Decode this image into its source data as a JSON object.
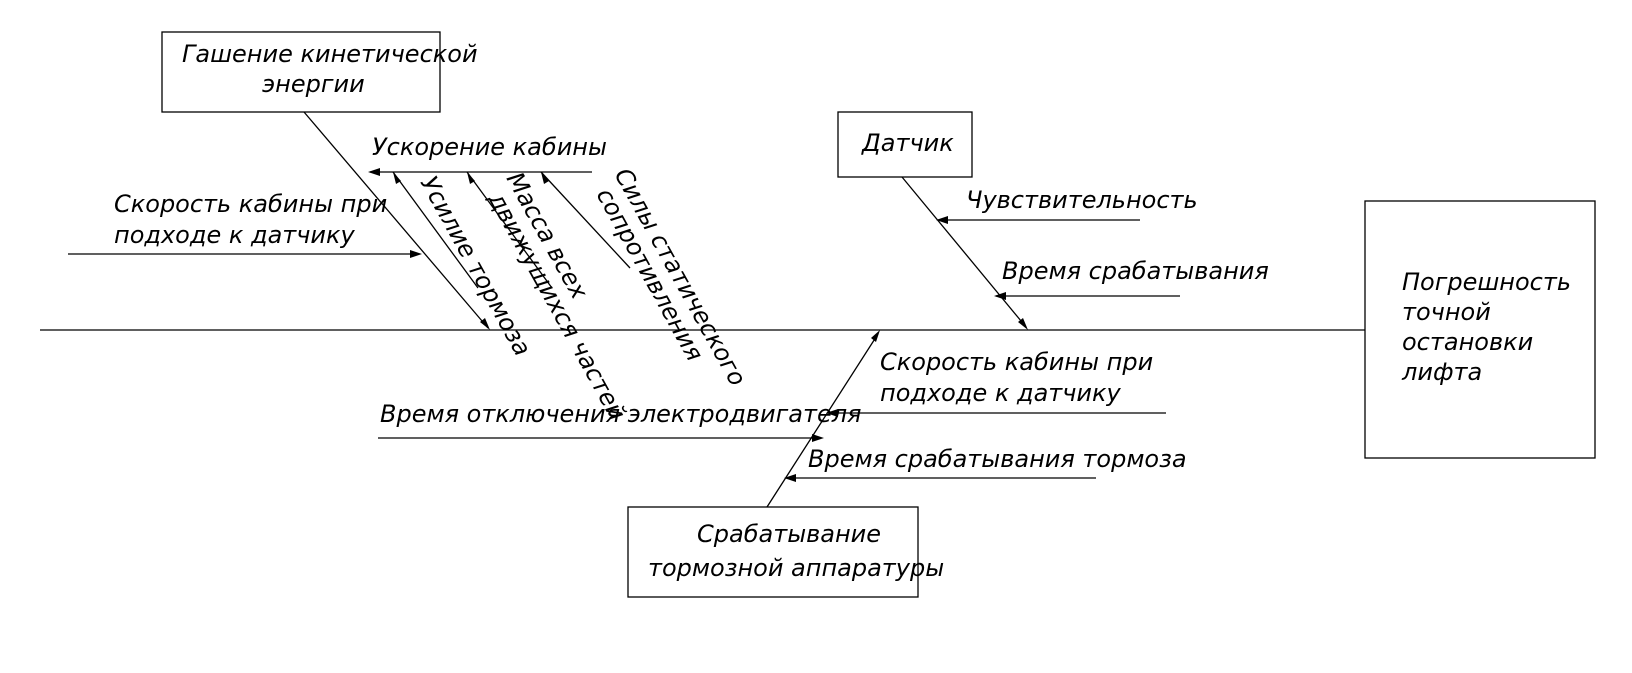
{
  "diagram": {
    "effect": [
      "Погрешность",
      "точной",
      "остановки",
      "лифта"
    ],
    "categories": {
      "kinetic": [
        "Гашение кинетической",
        "энергии"
      ],
      "sensor": [
        "Датчик"
      ],
      "brake": [
        "Срабатывание",
        "тормозной аппаратуры"
      ]
    },
    "causes": {
      "acceleration": "Ускорение кабины",
      "speed_top": [
        "Скорость кабины при",
        "подходе к датчику"
      ],
      "brake_force": "Усилие тормоза",
      "mass": [
        "Масса всех",
        "движущихся частей"
      ],
      "static_forces": [
        "Силы статического",
        "сопротивления"
      ],
      "sensitivity": "Чувствительность",
      "response_time": "Время срабатывания",
      "speed_bottom": [
        "Скорость кабины при",
        "подходе к датчику"
      ],
      "motor_off": "Время отключения электродвигателя",
      "brake_time": "Время срабатывания тормоза"
    }
  }
}
